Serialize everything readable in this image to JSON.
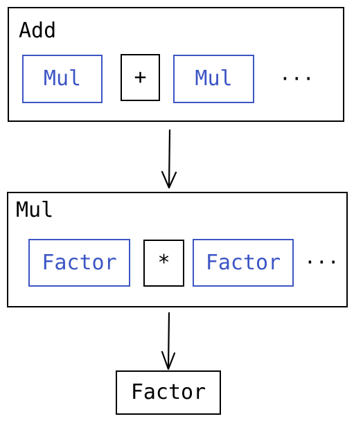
{
  "add": {
    "title": "Add",
    "children": [
      "Mul",
      "+",
      "Mul"
    ],
    "ellipsis": "···"
  },
  "mul": {
    "title": "Mul",
    "children": [
      "Factor",
      "*",
      "Factor"
    ],
    "ellipsis": "···"
  },
  "factor": {
    "label": "Factor"
  },
  "colors": {
    "reference": "#3c55c4",
    "stroke": "#000000"
  }
}
